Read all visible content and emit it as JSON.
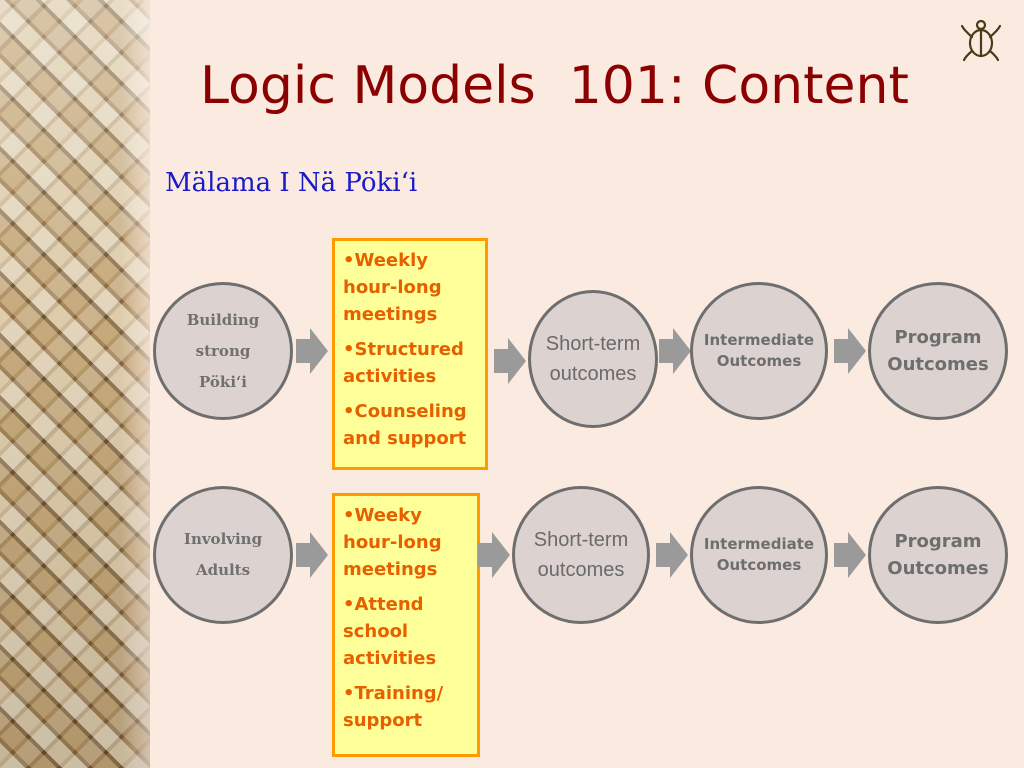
{
  "title": "Logic Models  101: Content",
  "subtitle": "Mälama I Nä Pöki‘i",
  "colors": {
    "title": "#8b0000",
    "subtitle": "#1a1ac8",
    "activity_text": "#e66000",
    "activity_border": "#ff9900",
    "activity_fill": "#ffff99",
    "circle_fill": "#dcd3d0",
    "circle_border": "#6e6e6e",
    "arrow": "#9a9a9a"
  },
  "icons": {
    "logo": "honu-turtle-icon",
    "arrow": "block-arrow-right-icon"
  },
  "rows": [
    {
      "input": [
        "Building",
        "strong",
        "Pöki‘i"
      ],
      "activities": [
        "•Weekly hour-long meetings",
        "•Structured activities",
        "•Counseling and support"
      ],
      "short_term": [
        "Short-term",
        "outcomes"
      ],
      "intermediate": [
        "Intermediate",
        "Outcomes"
      ],
      "program": [
        "Program",
        "Outcomes"
      ]
    },
    {
      "input": [
        "Involving",
        "Adults"
      ],
      "activities": [
        "•Weeky hour-long meetings",
        "•Attend school activities",
        "•Training/ support"
      ],
      "short_term": [
        "Short-term",
        "outcomes"
      ],
      "intermediate": [
        "Intermediate",
        "Outcomes"
      ],
      "program": [
        "Program",
        "Outcomes"
      ]
    }
  ]
}
